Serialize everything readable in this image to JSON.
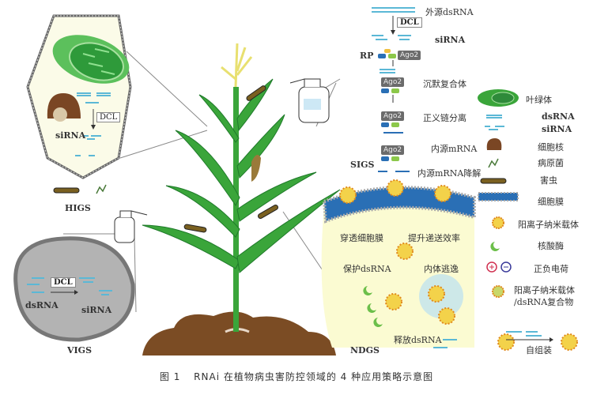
{
  "figure": {
    "caption_number": "图 1",
    "caption_text": "RNAi 在植物病虫害防控领域的 4 种应用策略示意图"
  },
  "higs": {
    "label": "HIGS",
    "dcl": "DCL",
    "sirna": "siRNA"
  },
  "vigs": {
    "label": "VIGS",
    "dcl": "DCL",
    "dsrna": "dsRNA",
    "sirna": "siRNA"
  },
  "sigs": {
    "label": "SIGS",
    "steps": [
      {
        "text": "外源dsRNA"
      },
      {
        "text": "siRNA"
      },
      {
        "text": "沉默复合体"
      },
      {
        "text": "正义链分离"
      },
      {
        "text": "内源mRNA"
      },
      {
        "text": "内源mRNA降解"
      }
    ],
    "dcl": "DCL",
    "ago": "Ago2",
    "rp": "RP"
  },
  "ndgs": {
    "label": "NDGS",
    "membrane_cross": "穿透细胞膜",
    "delivery_boost": "提升递送效率",
    "protect": "保护dsRNA",
    "endosome_escape": "内体逃逸",
    "release": "释放dsRNA",
    "self_assembly": "自组装"
  },
  "legend": {
    "items": [
      {
        "icon": "chloroplast-icon",
        "label": "叶绿体"
      },
      {
        "icon": "dsrna-icon",
        "label": "dsRNA"
      },
      {
        "icon": "sirna-icon",
        "label": "siRNA"
      },
      {
        "icon": "nucleus-icon",
        "label": "细胞核"
      },
      {
        "icon": "pathogen-icon",
        "label": "病原菌"
      },
      {
        "icon": "pest-icon",
        "label": "害虫"
      },
      {
        "icon": "membrane-icon",
        "label": "细胞膜"
      },
      {
        "icon": "cationic-nanocarrier-icon",
        "label": "阳离子纳米载体"
      },
      {
        "icon": "nuclease-icon",
        "label": "核酸酶"
      },
      {
        "icon": "charge-icon",
        "label": "正负电荷"
      },
      {
        "icon": "complex-icon",
        "label": "阳离子纳米载体\n/dsRNA复合物"
      }
    ]
  },
  "colors": {
    "leaf": "#3aa53a",
    "leaf_dark": "#1f7a2a",
    "soil": "#7a4a22",
    "rna": "#5bb8d6",
    "nano_core": "#f3d24a",
    "nano_spikes": "#e08a1e",
    "cell_bg": "#ffffe0",
    "ago_box": "#6b6b6b"
  }
}
